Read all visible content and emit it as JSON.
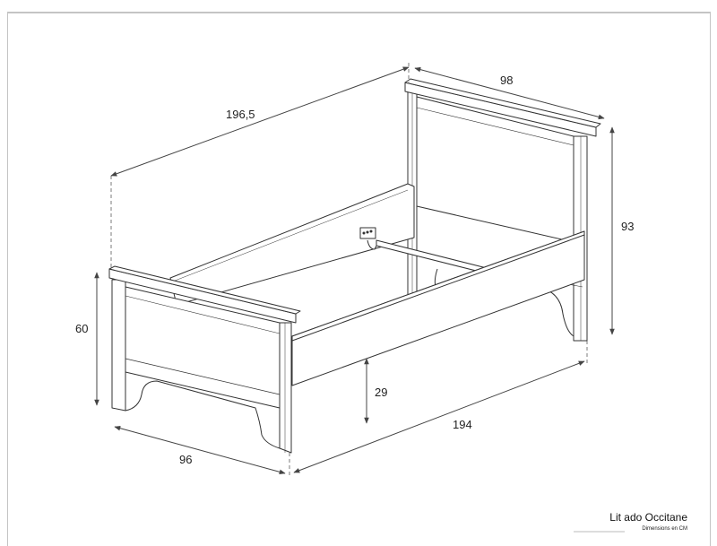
{
  "diagram": {
    "title": "Lit ado Occitane",
    "subtitle": "Dimensions en CM",
    "dimensions": {
      "total_length": "196,5",
      "headboard_width": "98",
      "headboard_height": "93",
      "footboard_height": "60",
      "footboard_width": "96",
      "frame_length": "194",
      "underbed_clearance": "29"
    },
    "colors": {
      "line": "#333333",
      "dimension_line": "#444444",
      "frame_border": "#c4c4c4"
    }
  }
}
